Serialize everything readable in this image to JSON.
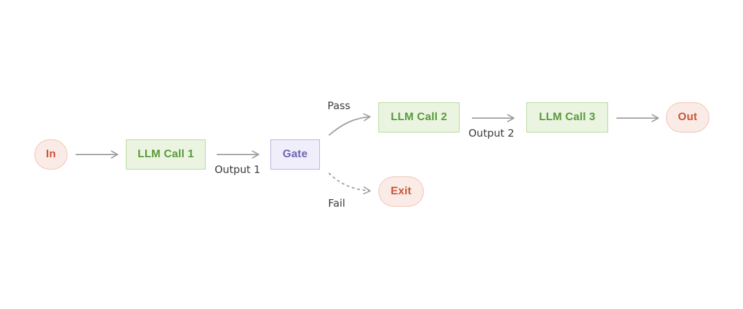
{
  "diagram": {
    "nodes": {
      "in": "In",
      "llm_call_1": "LLM Call 1",
      "gate": "Gate",
      "llm_call_2": "LLM Call 2",
      "llm_call_3": "LLM Call 3",
      "out": "Out",
      "exit": "Exit"
    },
    "edge_labels": {
      "output_1": "Output 1",
      "output_2": "Output 2",
      "pass": "Pass",
      "fail": "Fail"
    },
    "colors": {
      "terminal_fill": "#fbebe6",
      "terminal_text": "#c9573a",
      "llm_fill": "#eaf4e1",
      "llm_text": "#5a9a3a",
      "gate_fill": "#efeefa",
      "gate_text": "#6d66b4",
      "arrow": "#9c9c9c"
    }
  }
}
